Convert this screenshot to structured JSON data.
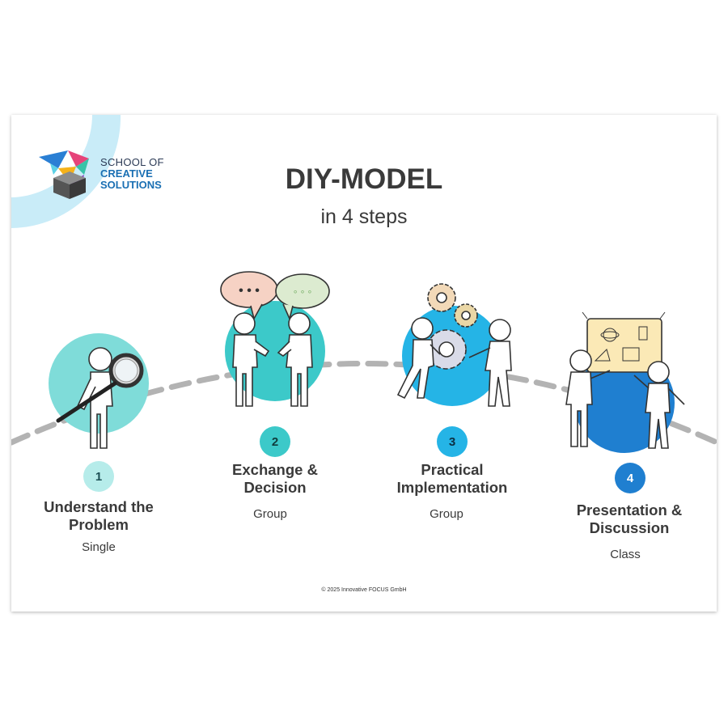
{
  "logo": {
    "line1": "SCHOOL OF",
    "line2": "CREATIVE",
    "line3": "SOLUTIONS"
  },
  "title": "DIY-MODEL",
  "subtitle": "in 4 steps",
  "steps": [
    {
      "number": "1",
      "title_line1": "Understand the",
      "title_line2": "Problem",
      "subtitle": "Single"
    },
    {
      "number": "2",
      "title_line1": "Exchange &",
      "title_line2": "Decision",
      "subtitle": "Group"
    },
    {
      "number": "3",
      "title_line1": "Practical",
      "title_line2": "Implementation",
      "subtitle": "Group"
    },
    {
      "number": "4",
      "title_line1": "Presentation &",
      "title_line2": "Discussion",
      "subtitle": "Class"
    }
  ],
  "speech_bubbles": {
    "left": "• • •",
    "right": "◦ ◦ ◦"
  },
  "copyright": "© 2025 Innovative FOCUS GmbH",
  "colors": {
    "step1": "#7fdcd9",
    "step2": "#3cc9c9",
    "step3": "#25b4e6",
    "step4": "#1f7fd0",
    "arc": "#b3b3b3",
    "corner": "#c9ecf8",
    "title": "#3a3a3a"
  }
}
